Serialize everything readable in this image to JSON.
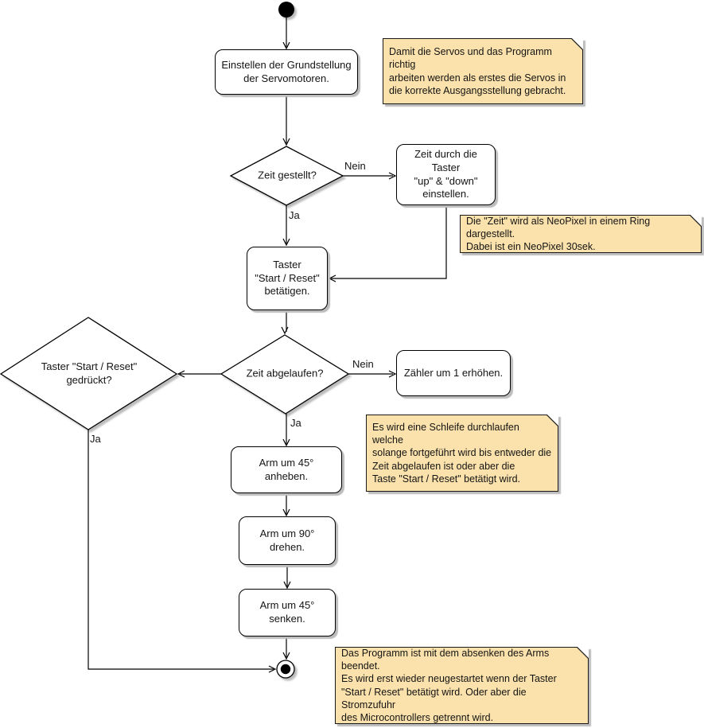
{
  "diagram_title": "Activity diagram: Servo arm timer program",
  "colors": {
    "background": "#FFFFFF",
    "shape_fill": "#FFFFFF",
    "stroke": "#000000",
    "note_fill": "#FBE2AC",
    "shadow": "#BCBCBC",
    "text": "#141414"
  },
  "nodes": {
    "grundstellung": {
      "label": "Einstellen der Grundstellung\nder Servomotoren."
    },
    "zeit_gestellt": {
      "label": "Zeit gestellt?"
    },
    "zeit_einstellen": {
      "label": "Zeit durch die Taster\n\"up\" & \"down\"\neinstellen."
    },
    "taster_betaetigen": {
      "label": "Taster\n\"Start / Reset\"\nbetätigen."
    },
    "zeit_abgelaufen": {
      "label": "Zeit abgelaufen?"
    },
    "zaehler": {
      "label": "Zähler um 1 erhöhen."
    },
    "taster_gedrueckt": {
      "label": "Taster \"Start / Reset\"\ngedrückt?"
    },
    "arm_anheben": {
      "label": "Arm um 45° anheben."
    },
    "arm_drehen": {
      "label": "Arm um 90° drehen."
    },
    "arm_senken": {
      "label": "Arm um 45° senken."
    }
  },
  "edge_labels": {
    "nein1": "Nein",
    "ja1": "Ja",
    "nein2": "Nein",
    "ja2": "Ja",
    "ja3": "Ja"
  },
  "notes": {
    "servos": {
      "text": "Damit die Servos und das Programm richtig\narbeiten werden als erstes die Servos in\ndie korrekte Ausgangsstellung gebracht."
    },
    "neopixel": {
      "text": "Die \"Zeit\" wird als NeoPixel in einem Ring dargestellt.\nDabei ist ein NeoPixel 30sek."
    },
    "schleife": {
      "text": "Es wird eine Schleife durchlaufen welche\nsolange fortgeführt wird bis entweder die\nZeit abgelaufen ist oder aber die\nTaste \"Start / Reset\" betätigt wird."
    },
    "programm_ende": {
      "text": "Das Programm ist mit dem absenken des Arms beendet.\nEs wird erst wieder neugestartet wenn der Taster\n\"Start / Reset\" betätigt wird. Oder aber die Stromzufuhr\ndes Microcontrollers getrennt wird."
    }
  }
}
